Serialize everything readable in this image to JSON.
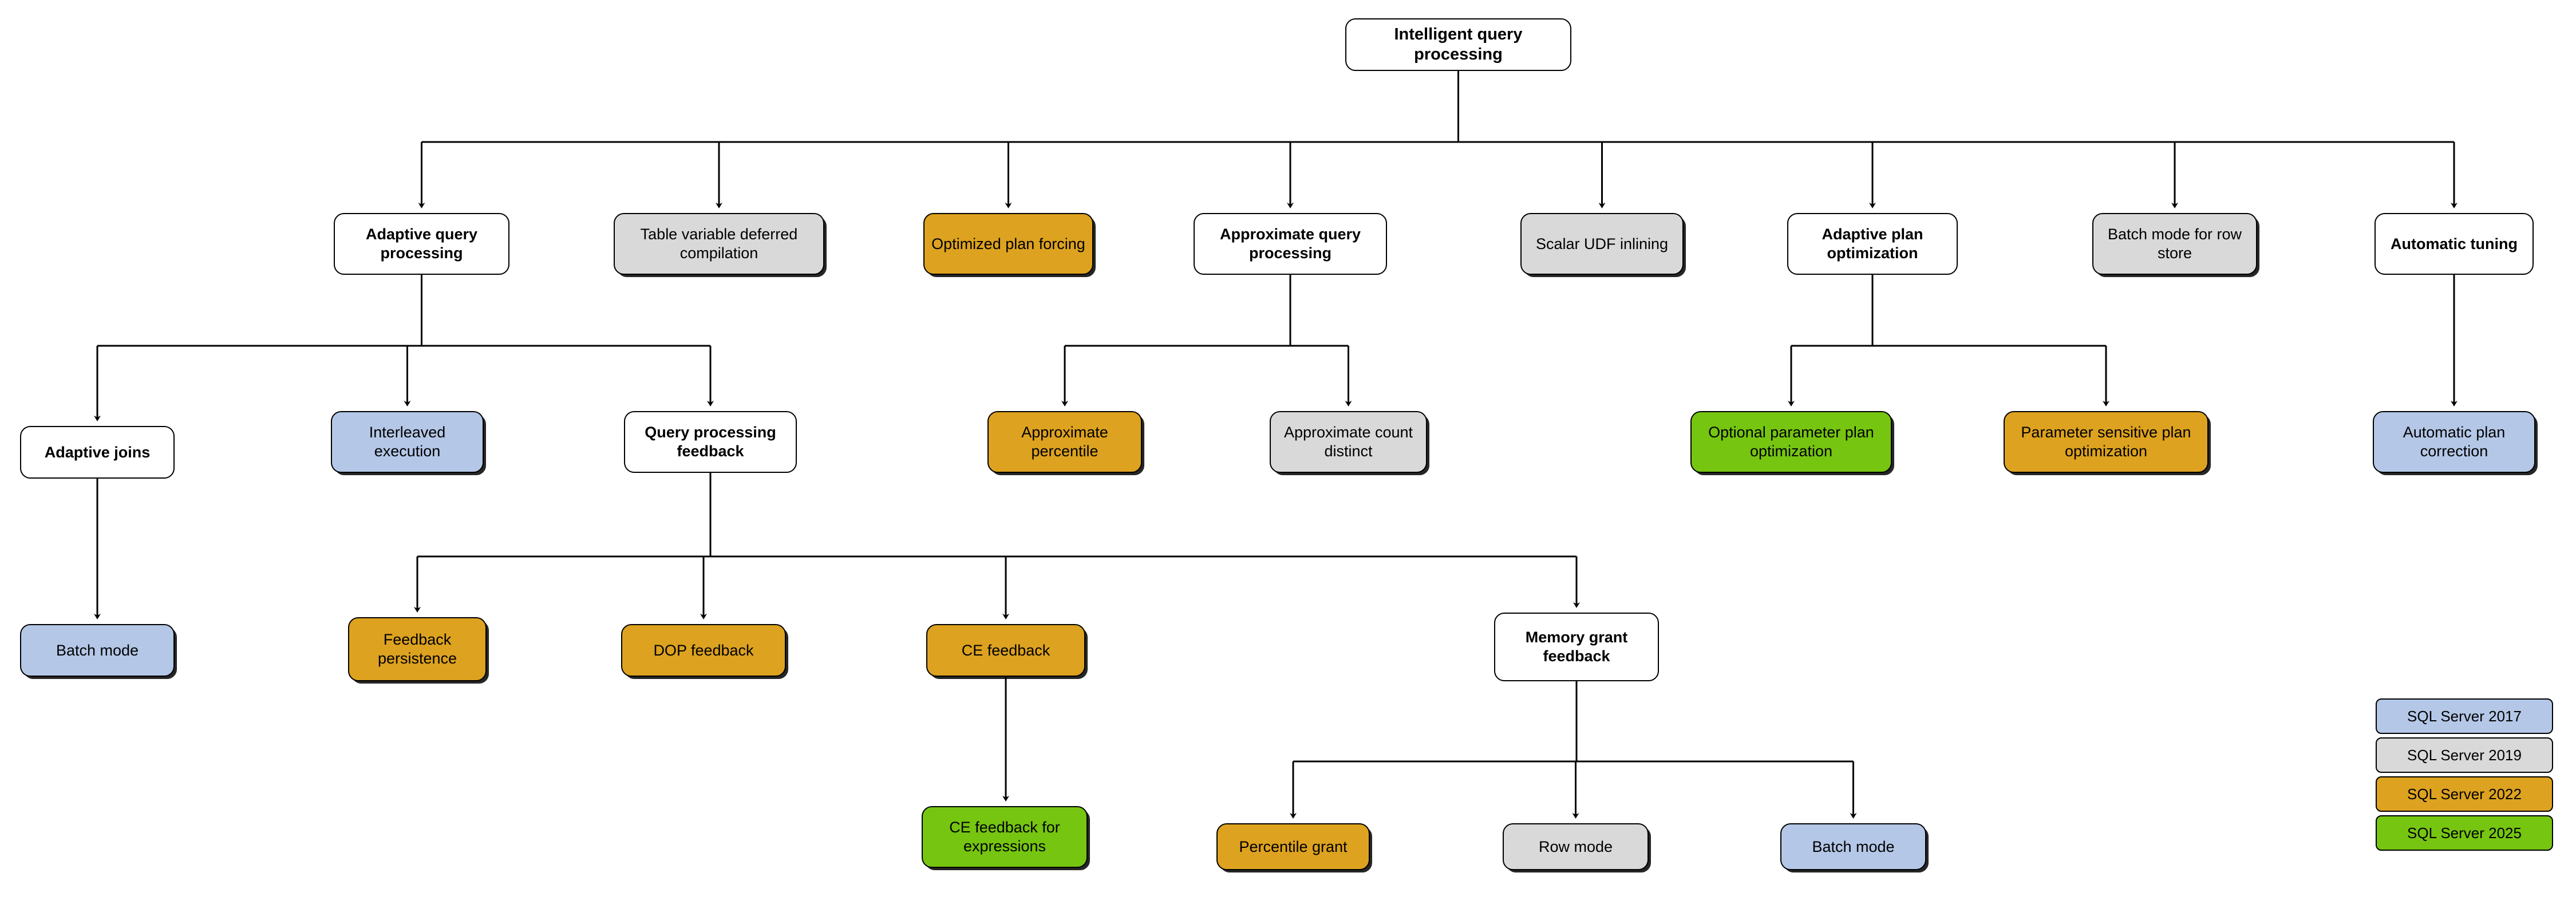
{
  "diagram": {
    "title": "Intelligent query processing",
    "legend": {
      "items": [
        {
          "label": "SQL Server 2017",
          "color": "#b4c7e7"
        },
        {
          "label": "SQL Server 2019",
          "color": "#d9d9d9"
        },
        {
          "label": "SQL Server 2022",
          "color": "#dda21f"
        },
        {
          "label": "SQL Server 2025",
          "color": "#76c511"
        }
      ]
    },
    "palette": {
      "white": "#ffffff",
      "sql2017_blue": "#b4c7e7",
      "sql2019_gray": "#d9d9d9",
      "sql2022_orange": "#dda21f",
      "sql2025_green": "#76c511",
      "border": "#000000",
      "background": "#ffffff"
    },
    "nodes": [
      {
        "id": "root",
        "label": "Intelligent query processing",
        "color": "#ffffff",
        "release": "",
        "bold": true
      },
      {
        "id": "aqp",
        "label": "Adaptive query processing",
        "color": "#ffffff",
        "release": "",
        "bold": true
      },
      {
        "id": "tvdc",
        "label": "Table variable deferred compilation",
        "color": "#d9d9d9",
        "release": "SQL Server 2019",
        "bold": false
      },
      {
        "id": "opf",
        "label": "Optimized plan forcing",
        "color": "#dda21f",
        "release": "SQL Server 2022",
        "bold": false
      },
      {
        "id": "approxqp",
        "label": "Approximate query processing",
        "color": "#ffffff",
        "release": "",
        "bold": true
      },
      {
        "id": "udf",
        "label": "Scalar UDF inlining",
        "color": "#d9d9d9",
        "release": "SQL Server 2019",
        "bold": false
      },
      {
        "id": "apo",
        "label": "Adaptive plan optimization",
        "color": "#ffffff",
        "release": "",
        "bold": true
      },
      {
        "id": "bmrs",
        "label": "Batch mode for row store",
        "color": "#d9d9d9",
        "release": "SQL Server 2019",
        "bold": false
      },
      {
        "id": "autotune",
        "label": "Automatic tuning",
        "color": "#ffffff",
        "release": "",
        "bold": true
      },
      {
        "id": "adaptjoins",
        "label": "Adaptive joins",
        "color": "#ffffff",
        "release": "",
        "bold": true
      },
      {
        "id": "interleaved",
        "label": "Interleaved execution",
        "color": "#b4c7e7",
        "release": "SQL Server 2017",
        "bold": false
      },
      {
        "id": "qpf",
        "label": "Query processing feedback",
        "color": "#ffffff",
        "release": "",
        "bold": true
      },
      {
        "id": "approxpct",
        "label": "Approximate percentile",
        "color": "#dda21f",
        "release": "SQL Server 2022",
        "bold": false
      },
      {
        "id": "approxcd",
        "label": "Approximate count distinct",
        "color": "#d9d9d9",
        "release": "SQL Server 2019",
        "bold": false
      },
      {
        "id": "oppo",
        "label": "Optional parameter plan optimization",
        "color": "#76c511",
        "release": "SQL Server 2025",
        "bold": false
      },
      {
        "id": "pspo",
        "label": "Parameter sensitive plan optimization",
        "color": "#dda21f",
        "release": "SQL Server 2022",
        "bold": false
      },
      {
        "id": "apc",
        "label": "Automatic plan correction",
        "color": "#b4c7e7",
        "release": "SQL Server 2017",
        "bold": false
      },
      {
        "id": "batchmode1",
        "label": "Batch mode",
        "color": "#b4c7e7",
        "release": "SQL Server 2017",
        "bold": false
      },
      {
        "id": "fbpersist",
        "label": "Feedback persistence",
        "color": "#dda21f",
        "release": "SQL Server 2022",
        "bold": false
      },
      {
        "id": "dopfb",
        "label": "DOP feedback",
        "color": "#dda21f",
        "release": "SQL Server 2022",
        "bold": false
      },
      {
        "id": "cefb",
        "label": "CE feedback",
        "color": "#dda21f",
        "release": "SQL Server 2022",
        "bold": false
      },
      {
        "id": "mgf",
        "label": "Memory grant feedback",
        "color": "#ffffff",
        "release": "",
        "bold": true
      },
      {
        "id": "cefbexpr",
        "label": "CE feedback for expressions",
        "color": "#76c511",
        "release": "SQL Server 2025",
        "bold": false
      },
      {
        "id": "pctgrant",
        "label": "Percentile grant",
        "color": "#dda21f",
        "release": "SQL Server 2022",
        "bold": false
      },
      {
        "id": "rowmode",
        "label": "Row mode",
        "color": "#d9d9d9",
        "release": "SQL Server 2019",
        "bold": false
      },
      {
        "id": "batchmode2",
        "label": "Batch mode",
        "color": "#b4c7e7",
        "release": "SQL Server 2017",
        "bold": false
      }
    ],
    "edges": [
      {
        "from": "root",
        "to": "aqp"
      },
      {
        "from": "root",
        "to": "tvdc"
      },
      {
        "from": "root",
        "to": "opf"
      },
      {
        "from": "root",
        "to": "approxqp"
      },
      {
        "from": "root",
        "to": "udf"
      },
      {
        "from": "root",
        "to": "apo"
      },
      {
        "from": "root",
        "to": "bmrs"
      },
      {
        "from": "root",
        "to": "autotune"
      },
      {
        "from": "aqp",
        "to": "adaptjoins"
      },
      {
        "from": "aqp",
        "to": "interleaved"
      },
      {
        "from": "aqp",
        "to": "qpf"
      },
      {
        "from": "approxqp",
        "to": "approxpct"
      },
      {
        "from": "approxqp",
        "to": "approxcd"
      },
      {
        "from": "apo",
        "to": "oppo"
      },
      {
        "from": "apo",
        "to": "pspo"
      },
      {
        "from": "autotune",
        "to": "apc"
      },
      {
        "from": "adaptjoins",
        "to": "batchmode1"
      },
      {
        "from": "qpf",
        "to": "fbpersist"
      },
      {
        "from": "qpf",
        "to": "dopfb"
      },
      {
        "from": "qpf",
        "to": "cefb"
      },
      {
        "from": "qpf",
        "to": "mgf"
      },
      {
        "from": "cefb",
        "to": "cefbexpr"
      },
      {
        "from": "mgf",
        "to": "pctgrant"
      },
      {
        "from": "mgf",
        "to": "rowmode"
      },
      {
        "from": "mgf",
        "to": "batchmode2"
      }
    ]
  }
}
